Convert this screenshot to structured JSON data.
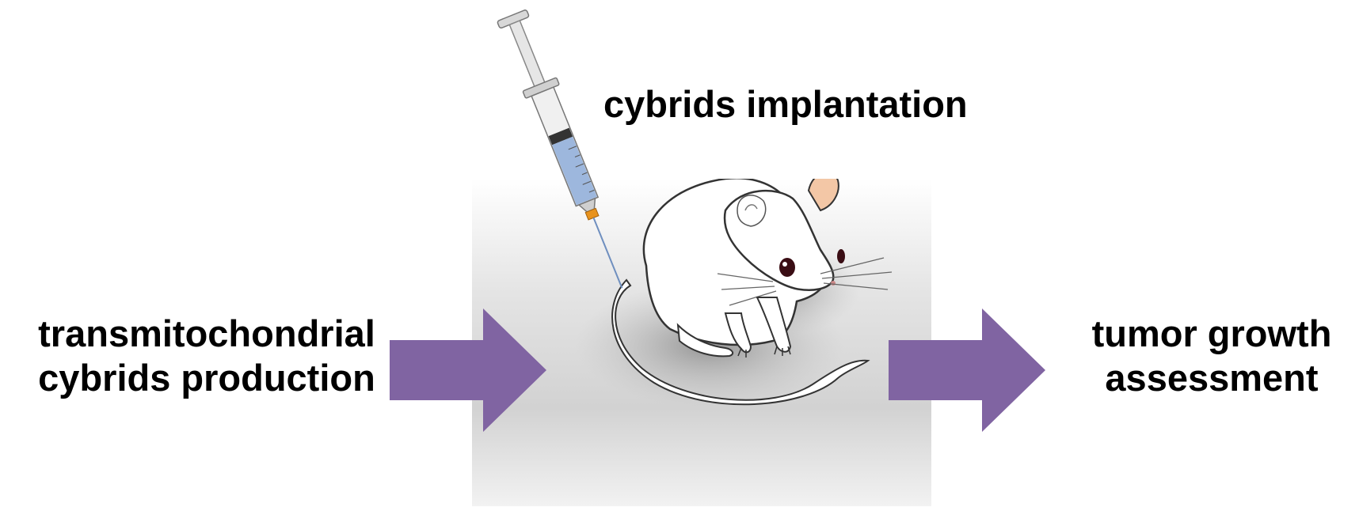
{
  "diagram": {
    "steps": {
      "production": {
        "line1": "transmitochondrial",
        "line2": "cybrids production"
      },
      "implantation": {
        "label": "cybrids implantation"
      },
      "assessment": {
        "line1": "tumor growth",
        "line2": "assessment"
      }
    },
    "colors": {
      "arrow": "#8064a2",
      "syringe_liquid": "#9db7dd",
      "needle_hub": "#e8931e"
    },
    "icons": {
      "subject": "mouse-illustration",
      "tool": "syringe-illustration"
    }
  }
}
